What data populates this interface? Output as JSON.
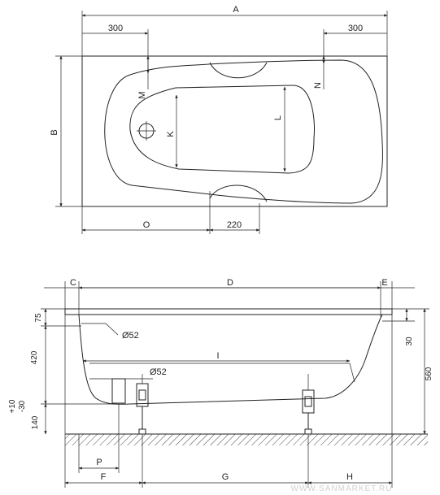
{
  "top_view": {
    "labels": {
      "A": "A",
      "B": "B",
      "O": "O",
      "M": "M",
      "N": "N",
      "K": "K",
      "L": "L",
      "left_offset": "300",
      "right_offset": "300",
      "drain_offset": "220"
    }
  },
  "side_view": {
    "labels": {
      "C": "C",
      "D": "D",
      "E": "E",
      "I": "I",
      "drain_diameter": "Ø52",
      "overflow_diameter": "Ø52",
      "rim_height": "75",
      "depth": "420",
      "rim_right": "30",
      "total_height": "560",
      "leg_height": "140",
      "leg_tol_plus": "+10",
      "leg_tol_minus": "-30",
      "F": "F",
      "P": "P",
      "G": "G",
      "H": "H"
    }
  },
  "watermark": "WWW.SANMARKET.RU"
}
